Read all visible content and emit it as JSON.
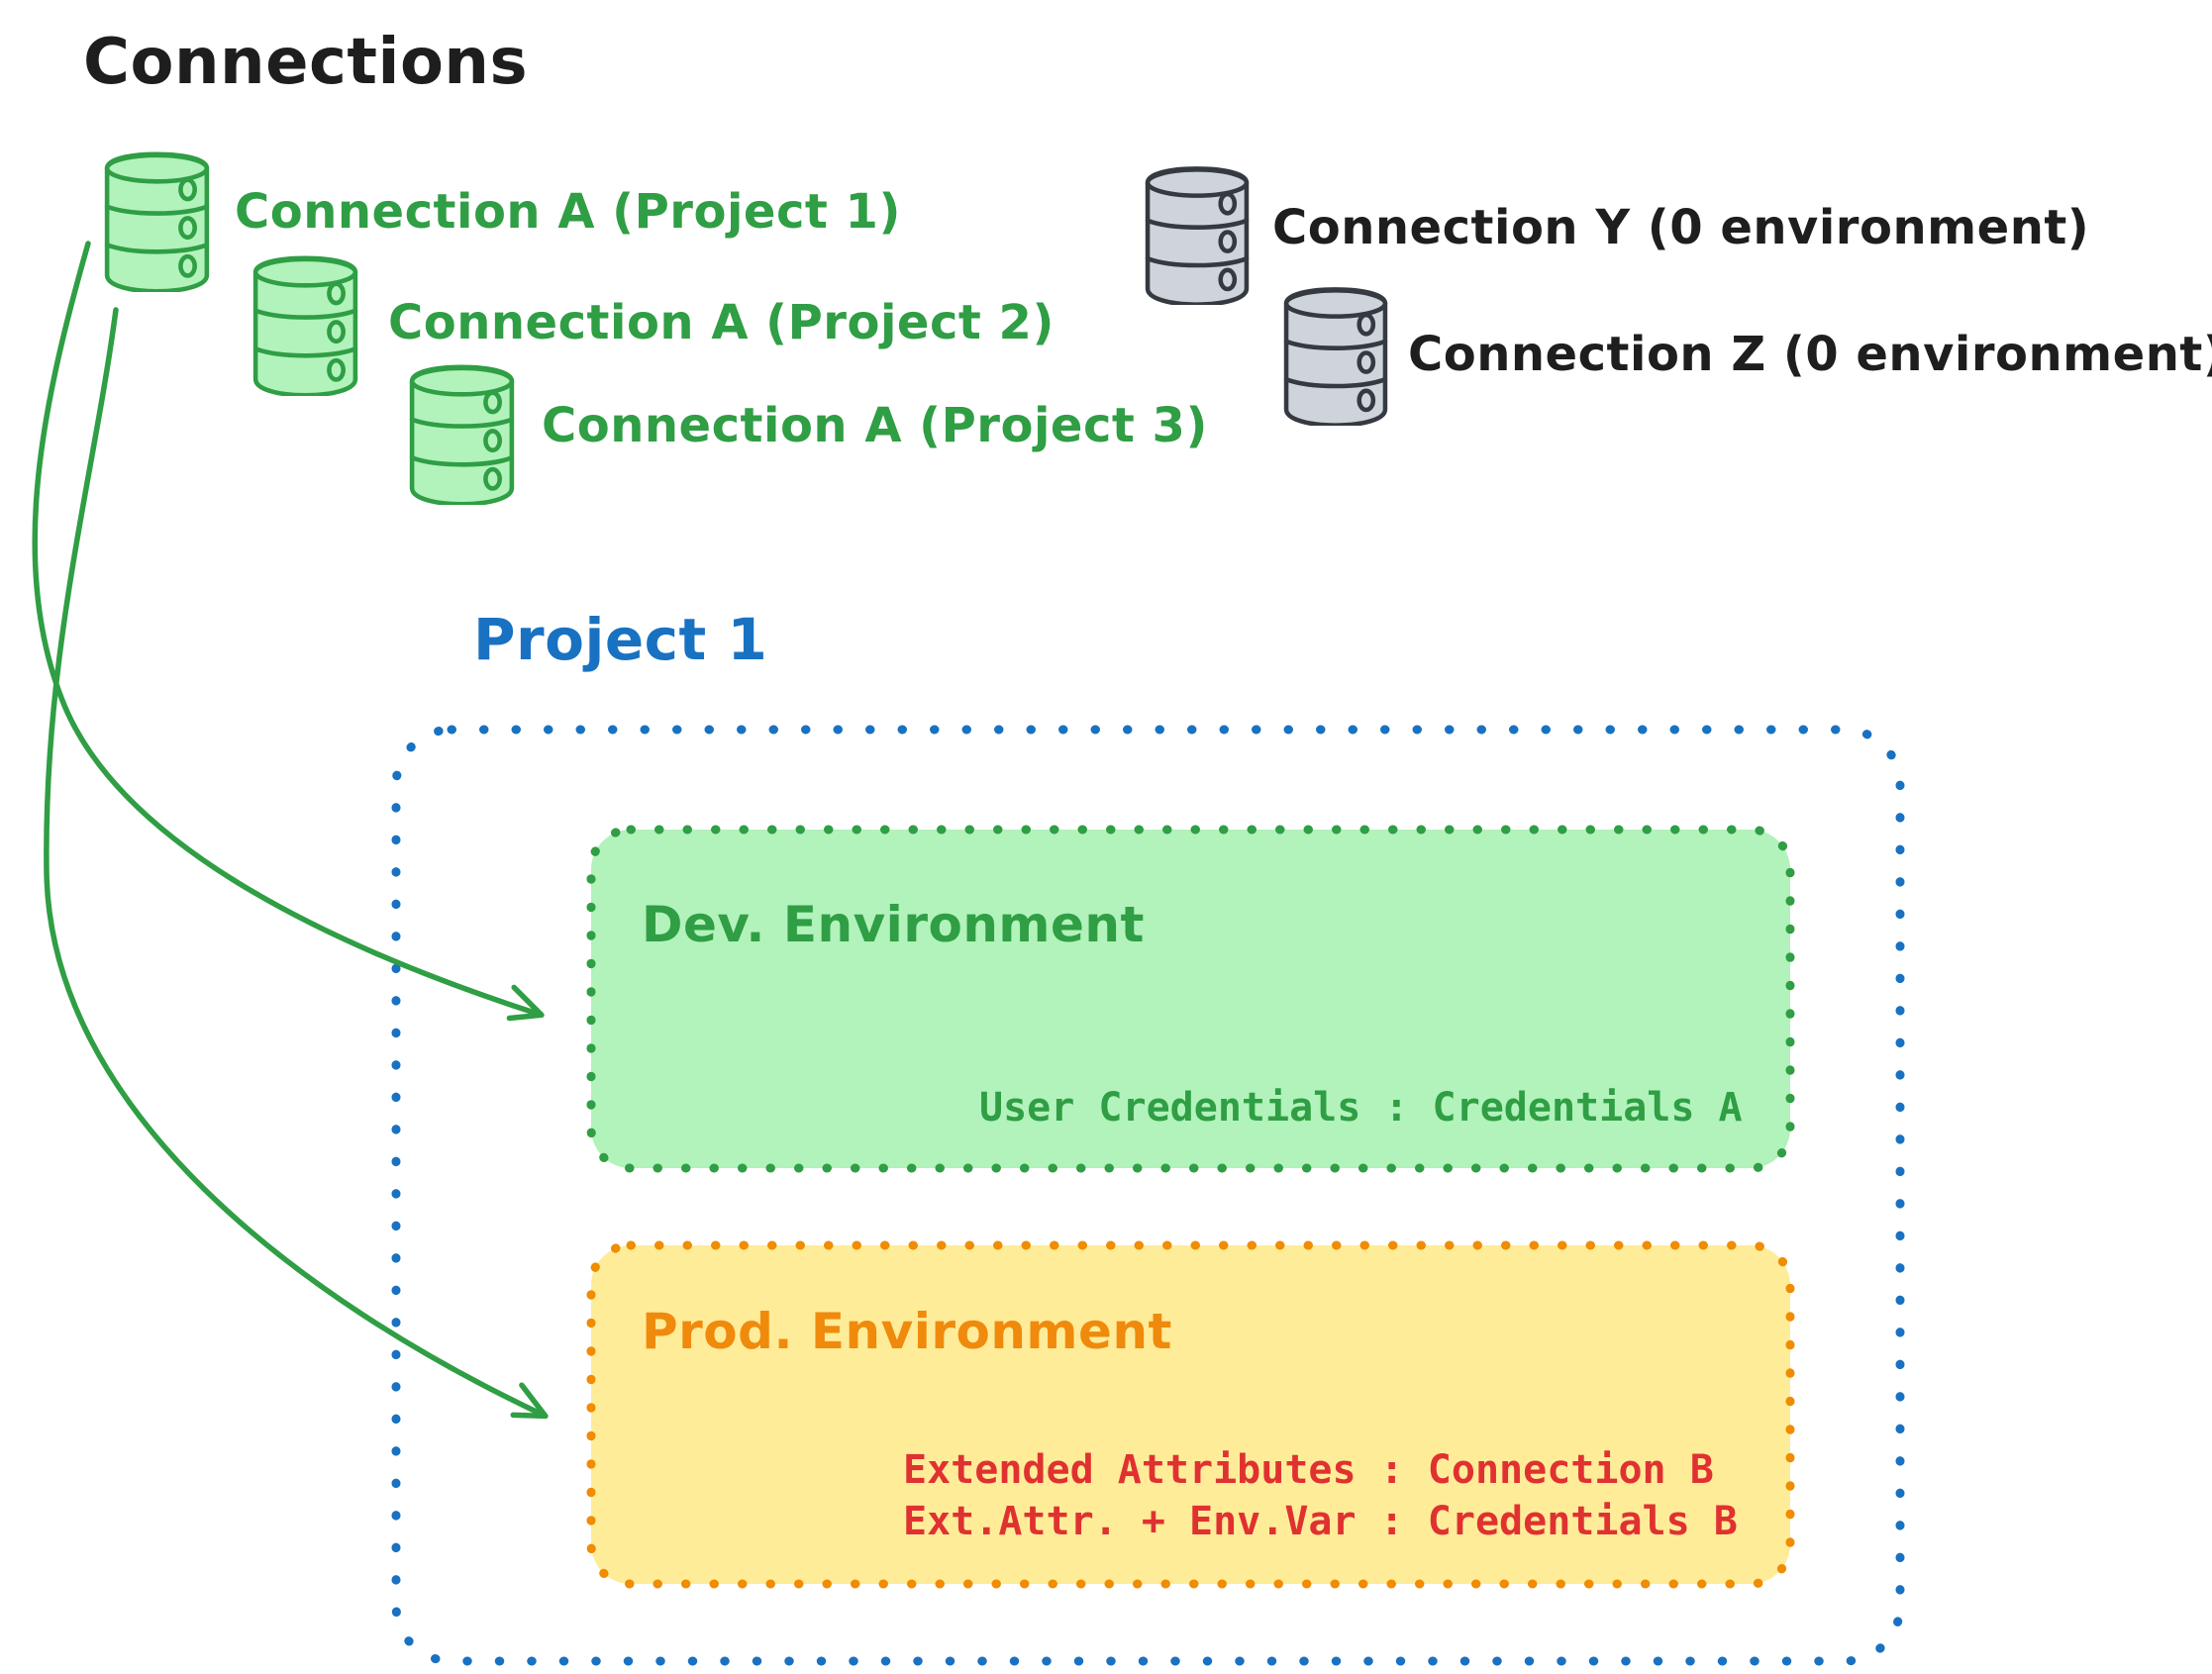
{
  "title": "Connections",
  "connections": {
    "project_a": [
      {
        "label": "Connection A (Project 1)"
      },
      {
        "label": "Connection A (Project 2)"
      },
      {
        "label": "Connection A (Project 3)"
      }
    ],
    "unassigned": [
      {
        "label": "Connection Y (0 environment)"
      },
      {
        "label": "Connection Z (0 environment)"
      }
    ]
  },
  "project": {
    "title": "Project 1",
    "environments": [
      {
        "name": "Dev. Environment",
        "mappings": [
          "User Credentials : Credentials A"
        ]
      },
      {
        "name": "Prod. Environment",
        "mappings": [
          "Extended Attributes : Connection B",
          "Ext.Attr. + Env.Var : Credentials B"
        ]
      }
    ]
  },
  "relations": [
    {
      "from": "Connection A (Project 1)",
      "to": "Dev. Environment"
    },
    {
      "from": "Connection A (Project 1)",
      "to": "Prod. Environment"
    }
  ],
  "icons": {
    "database": "database-cylinder-icon"
  },
  "colors": {
    "ink": "#1e1e1e",
    "green": "#2f9e44",
    "green_fill": "#b2f2bb",
    "gray": "#343a40",
    "gray_fill": "#ced4da",
    "blue": "#1971c2",
    "orange": "#f08c00",
    "orange_fill": "#ffec99",
    "red": "#e03131"
  }
}
